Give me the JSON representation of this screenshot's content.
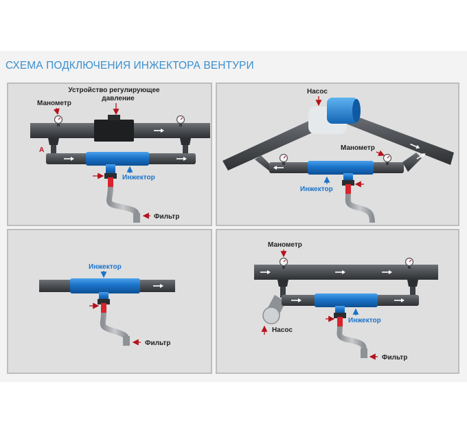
{
  "title": "СХЕМА ПОДКЛЮЧЕНИЯ ИНЖЕКТОРА ВЕНТУРИ",
  "colors": {
    "title": "#3a8fd0",
    "pipe": "#55585c",
    "injector": "#1a73c9",
    "arrow_red": "#b5121b",
    "arrow_blue": "#1a73c9",
    "panel_bg": "#dfdfdf",
    "panel_border": "#bdbdbd"
  },
  "panel1": {
    "regulator_label_line1": "Устройство регулирующее",
    "regulator_label_line2": "давление",
    "manometer_label": "Манометр",
    "point_label": "A",
    "injector_label": "Инжектор",
    "filter_label": "Фильтр"
  },
  "panel2": {
    "pump_label": "Насос",
    "manometer_label": "Манометр",
    "injector_label": "Инжектор"
  },
  "panel3": {
    "injector_label": "Инжектор",
    "filter_label": "Фильтр"
  },
  "panel4": {
    "manometer_label": "Манометр",
    "pump_label": "Насос",
    "injector_label": "Инжектор",
    "filter_label": "Фильтр"
  }
}
